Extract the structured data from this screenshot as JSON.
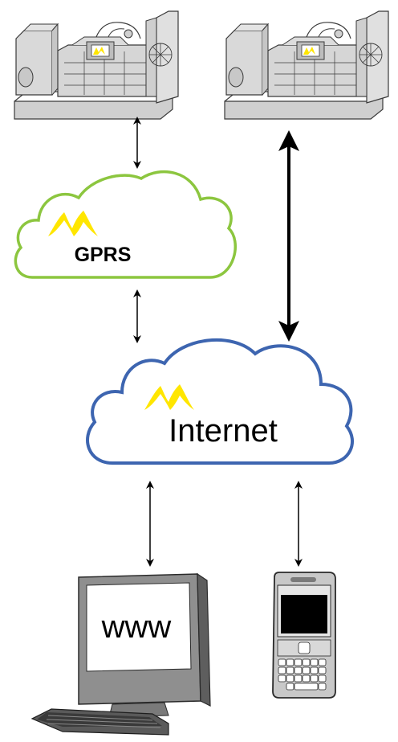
{
  "clouds": {
    "gprs": {
      "label": "GPRS",
      "outline_color": "#8cc63f"
    },
    "internet": {
      "label": "Internet",
      "outline_color": "#3d65b0"
    }
  },
  "monitor": {
    "screen_text": "www"
  },
  "colors": {
    "logo": "#ffe600",
    "generator_fill": "#d6d6d6",
    "generator_stroke": "#3a3a3a",
    "arrow": "#000000"
  },
  "icons": [
    "generator-icon",
    "cloud-icon",
    "logo-icon",
    "monitor-icon",
    "keyboard-icon",
    "smartphone-icon",
    "double-arrow-icon"
  ]
}
